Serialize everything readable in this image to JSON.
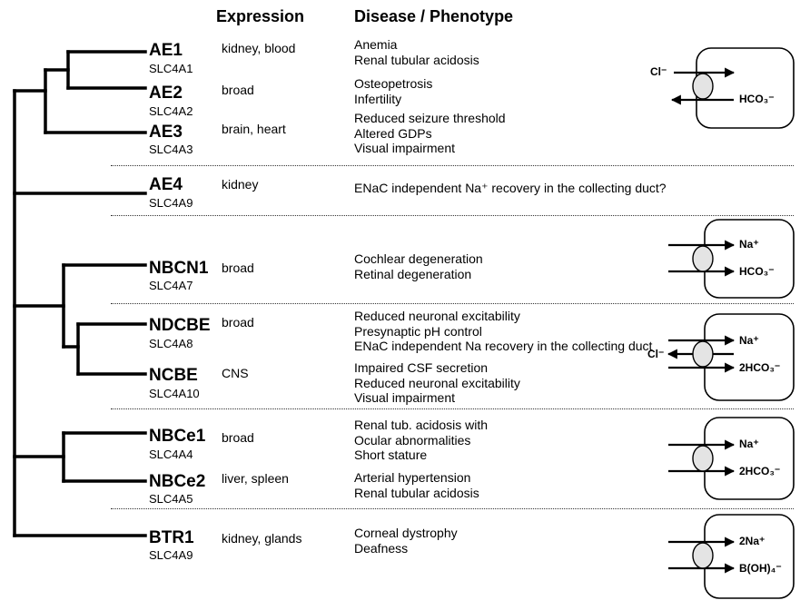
{
  "headers": {
    "expression": "Expression",
    "disease": "Disease / Phenotype"
  },
  "members": [
    {
      "name": "AE1",
      "gene": "SLC4A1",
      "expression": "kidney, blood",
      "disease": [
        "Anemia",
        "Renal tubular acidosis"
      ]
    },
    {
      "name": "AE2",
      "gene": "SLC4A2",
      "expression": "broad",
      "disease": [
        "Osteopetrosis",
        "Infertility"
      ]
    },
    {
      "name": "AE3",
      "gene": "SLC4A3",
      "expression": "brain, heart",
      "disease": [
        "Reduced seizure threshold",
        "Altered GDPs",
        "Visual impairment"
      ]
    },
    {
      "name": "AE4",
      "gene": "SLC4A9",
      "expression": "kidney",
      "disease": [
        "ENaC independent Na⁺ recovery in the collecting duct?"
      ]
    },
    {
      "name": "NBCN1",
      "gene": "SLC4A7",
      "expression": "broad",
      "disease": [
        "Cochlear degeneration",
        "Retinal degeneration"
      ]
    },
    {
      "name": "NDCBE",
      "gene": "SLC4A8",
      "expression": "broad",
      "disease": [
        "Reduced neuronal excitability",
        "Presynaptic pH control",
        "ENaC independent Na recovery in the collecting duct"
      ]
    },
    {
      "name": "NCBE",
      "gene": "SLC4A10",
      "expression": "CNS",
      "disease": [
        "Impaired CSF secretion",
        "Reduced neuronal excitability",
        "Visual impairment"
      ]
    },
    {
      "name": "NBCe1",
      "gene": "SLC4A4",
      "expression": "broad",
      "disease": [
        "Renal tub. acidosis with",
        "Ocular abnormalities",
        "Short stature"
      ]
    },
    {
      "name": "NBCe2",
      "gene": "SLC4A5",
      "expression": "liver, spleen",
      "disease": [
        "Arterial hypertension",
        "Renal tubular acidosis"
      ]
    },
    {
      "name": "BTR1",
      "gene": "SLC4A9",
      "expression": "kidney, glands",
      "disease": [
        "Corneal dystrophy",
        "Deafness"
      ]
    }
  ],
  "transport_diagrams": [
    {
      "ions_in": [
        "Cl⁻"
      ],
      "ions_out": [
        "HCO₃⁻"
      ]
    },
    {
      "ions_in": [],
      "ions_out": [
        "Na⁺",
        "HCO₃⁻"
      ]
    },
    {
      "ions_in": [
        "Cl⁻"
      ],
      "ions_out": [
        "Na⁺",
        "2HCO₃⁻"
      ]
    },
    {
      "ions_in": [],
      "ions_out": [
        "Na⁺",
        "2HCO₃⁻"
      ]
    },
    {
      "ions_in": [],
      "ions_out": [
        "2Na⁺",
        "B(OH)₄⁻"
      ]
    }
  ]
}
